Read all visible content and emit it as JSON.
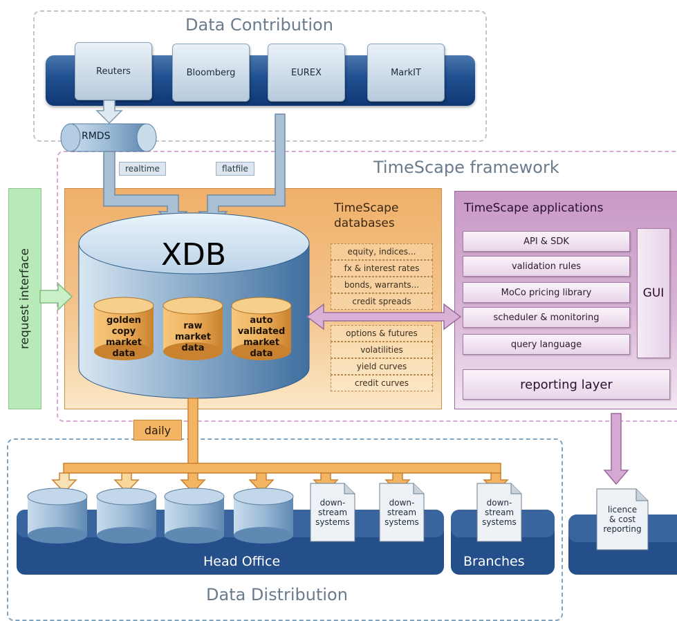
{
  "sections": {
    "data_contribution": "Data Contribution",
    "timescape_framework": "TimeScape framework",
    "data_distribution": "Data Distribution"
  },
  "sources": [
    "Reuters",
    "Bloomberg",
    "EUREX",
    "MarkIT"
  ],
  "rmds": "RMDS",
  "feeds": {
    "realtime": "realtime",
    "flatfile": "flatfile"
  },
  "request_interface": "request interface",
  "databases": {
    "title_line1": "TimeScape",
    "title_line2": "databases",
    "xdb": "XDB",
    "inner": [
      [
        "golden",
        "copy",
        "market",
        "data"
      ],
      [
        "raw",
        "market",
        "data"
      ],
      [
        "auto",
        "validated",
        "market",
        "data"
      ]
    ],
    "group1": [
      "equity, indices...",
      "fx & interest rates",
      "bonds, warrants...",
      "credit spreads"
    ],
    "group2": [
      "options & futures",
      "volatilities",
      "yield curves",
      "credit curves"
    ]
  },
  "applications": {
    "title": "TimeScape applications",
    "items": [
      "API & SDK",
      "validation rules",
      "MoCo pricing library",
      "scheduler & monitoring",
      "query language"
    ],
    "gui": "GUI",
    "reporting": "reporting layer"
  },
  "daily": "daily",
  "downstream": {
    "line1": "down-",
    "line2": "stream",
    "line3": "systems"
  },
  "head_office": "Head Office",
  "branches": "Branches",
  "licence": {
    "line1": "licence",
    "line2": "& cost",
    "line3": "reporting"
  },
  "colors": {
    "blue_dark": "#1f4f8f",
    "orange_panel": "#f0b870",
    "purple_panel": "#c999c6",
    "green_panel": "#b8e6b8",
    "gold_cylinder": "#e8a24a"
  }
}
